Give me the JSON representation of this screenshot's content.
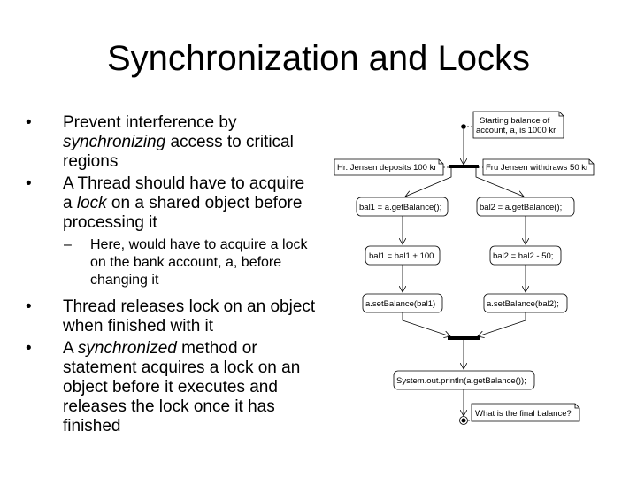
{
  "title": "Synchronization and Locks",
  "bullets": {
    "b1": {
      "pre": "Prevent interference by ",
      "em": "synchronizing",
      "post": " access to critical regions"
    },
    "b2": {
      "pre": "A Thread should have to acquire a ",
      "em": "lock",
      "post": " on a shared object before processing it"
    },
    "b2_sub": "Here, would have to acquire a lock on the bank account, a, before changing it",
    "b3": "Thread releases lock on an object when finished with it",
    "b4": {
      "pre": "A ",
      "em": "synchronized",
      "post": " method or statement acquires a lock on an object before it executes and releases the lock once it has finished"
    }
  },
  "diagram": {
    "note_start_line1": "Starting balance of",
    "note_start_line2": "account, a, is 1000 kr",
    "hr_jensen": "Hr. Jensen deposits 100 kr",
    "fru_jensen": "Fru Jensen withdraws 50 kr",
    "bal1_get": "bal1 = a.getBalance();",
    "bal2_get": "bal2 = a.getBalance();",
    "bal1_add": "bal1 = bal1 + 100",
    "bal2_sub": "bal2 = bal2 - 50;",
    "set_bal1": "a.setBalance(bal1)",
    "set_bal2": "a.setBalance(bal2);",
    "println": "System.out.println(a.getBalance());",
    "question": "What is the final balance?"
  }
}
